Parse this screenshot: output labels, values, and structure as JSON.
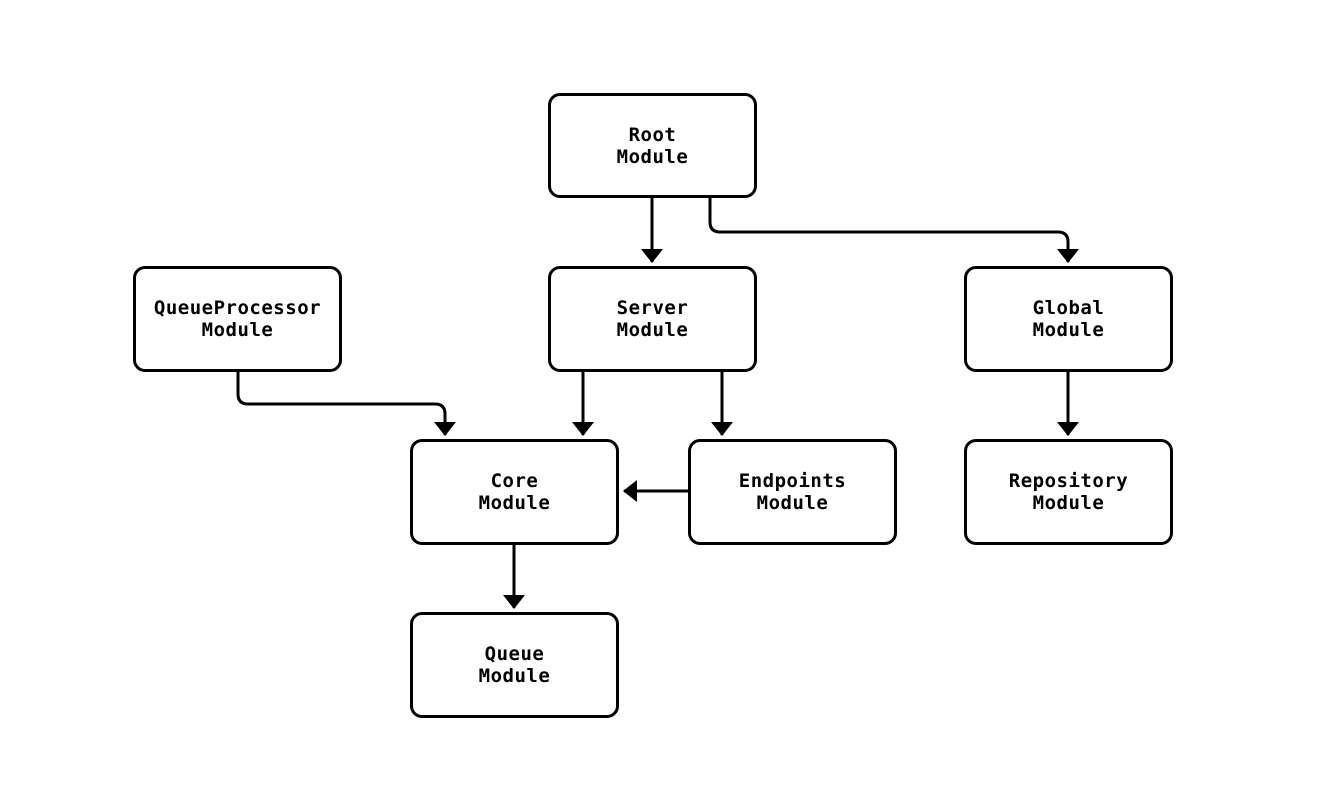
{
  "diagram": {
    "type": "module-dependency-flowchart",
    "background_color": "#ffffff",
    "node_fill_color": "#ffffff",
    "stroke_color": "#000000",
    "text_color": "#000000",
    "nodes": {
      "root": {
        "line1": "Root",
        "line2": "Module"
      },
      "queueprocessor": {
        "line1": "QueueProcessor",
        "line2": "Module"
      },
      "server": {
        "line1": "Server",
        "line2": "Module"
      },
      "global": {
        "line1": "Global",
        "line2": "Module"
      },
      "core": {
        "line1": "Core",
        "line2": "Module"
      },
      "endpoints": {
        "line1": "Endpoints",
        "line2": "Module"
      },
      "repository": {
        "line1": "Repository",
        "line2": "Module"
      },
      "queue": {
        "line1": "Queue",
        "line2": "Module"
      }
    },
    "edges": [
      {
        "from": "Root Module",
        "to": "Server Module"
      },
      {
        "from": "Root Module",
        "to": "Global Module"
      },
      {
        "from": "QueueProcessor Module",
        "to": "Core Module"
      },
      {
        "from": "Server Module",
        "to": "Core Module"
      },
      {
        "from": "Server Module",
        "to": "Endpoints Module"
      },
      {
        "from": "Endpoints Module",
        "to": "Core Module"
      },
      {
        "from": "Global Module",
        "to": "Repository Module"
      },
      {
        "from": "Core Module",
        "to": "Queue Module"
      }
    ]
  }
}
